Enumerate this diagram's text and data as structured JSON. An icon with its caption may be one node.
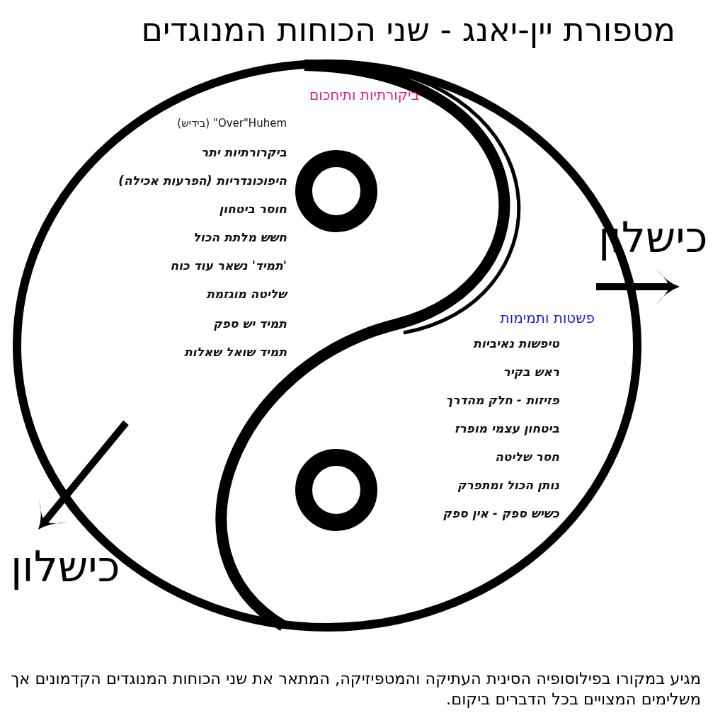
{
  "diagram": {
    "title": "מטפורת יין-יאנג  - שני הכוחות המנוגדים",
    "caption": "מגיע במקורו בפילוסופיה הסינית העתיקה והמטפיזיקה, המתאר את שני הכוחות המנוגדים הקדמונים אך משלימים המצויים בכל הדברים ביקום.",
    "nodes": [
      {
        "text": [
          "ביקורתיות ותיחכום",
          "Over\"Huhem\" (בידיש)",
          "ביקרורתיות יתר",
          "היפוכונדריות (הפרעות אכילה)",
          "חוסר ביטחון",
          "חשש מלתת הכול",
          "'תמיד' נשאר עוד כוח",
          "שליטה מוגזמת",
          "תמיד יש ספק",
          "תמיד שואל שאלות"
        ]
      },
      {
        "text": [
          "פשטות ותמימות",
          "טיפשות נאיביות",
          "ראש בקיר",
          "פזיזות - חלק מהדרך",
          "ביטחון עצמי מופרז",
          "חסר שליטה",
          "נותן הכול ומתפרק",
          "כשיש ספק - אין ספק"
        ]
      }
    ],
    "labels": [
      "כישלון",
      "כישלון"
    ]
  }
}
